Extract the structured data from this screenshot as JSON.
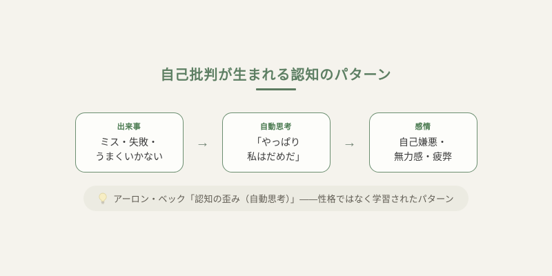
{
  "title": {
    "text": "自己批判が生まれる認知のパターン"
  },
  "flow": {
    "arrow": "→",
    "steps": [
      {
        "label": "出来事",
        "line1": "ミス・失敗・",
        "line2": "うまくいかない"
      },
      {
        "label": "自動思考",
        "line1": "「やっぱり",
        "line2": "私はだめだ」"
      },
      {
        "label": "感情",
        "line1": "自己嫌悪・",
        "line2": "無力感・疲弊"
      }
    ]
  },
  "note": {
    "icon": "lightbulb-icon",
    "text": "アーロン・ベック「認知の歪み（自動思考）」——性格ではなく学習されたパターン"
  },
  "colors": {
    "page_background": "#f5f3ed",
    "title_green": "#5d7f63",
    "underline_green": "#5c7b60",
    "box_border_green": "#6b8e70",
    "box_background": "#fdfdfa",
    "label_green": "#4a7a50",
    "body_text": "#3b3b3b",
    "arrow_gray_green": "#78897a",
    "pill_background": "#ecebe2",
    "pill_text": "#5f5b52",
    "bulb_yellow": "#f7eec4"
  }
}
